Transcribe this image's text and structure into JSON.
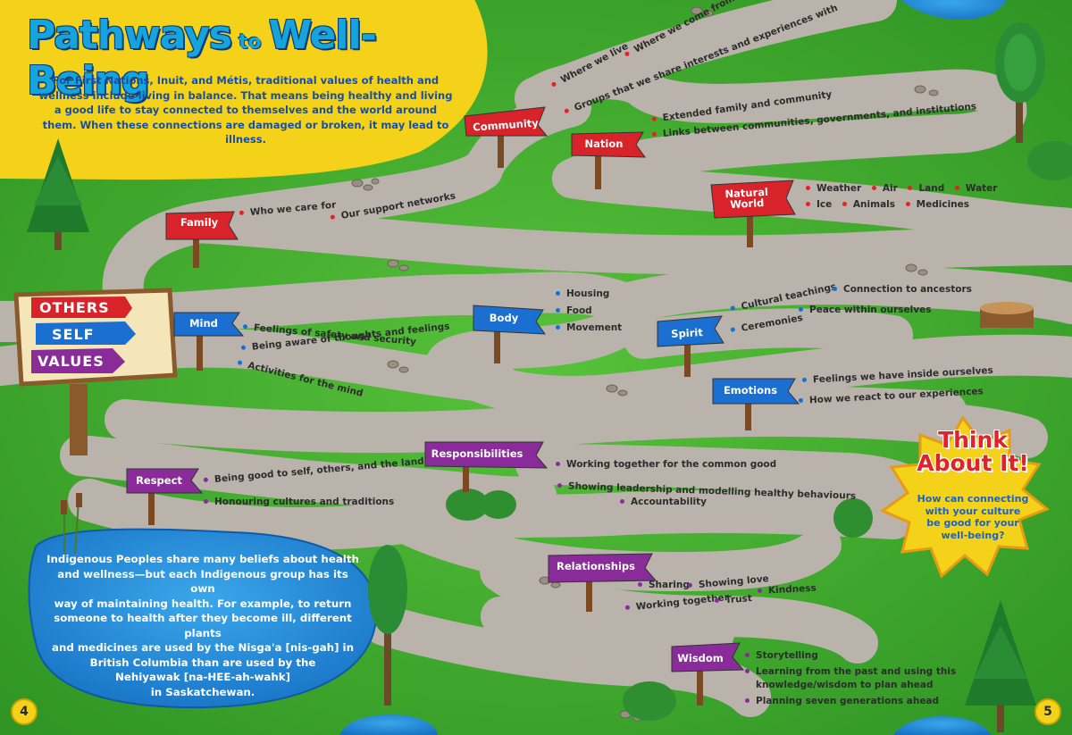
{
  "title": {
    "part1": "Pathways",
    "connector": "to",
    "part2": "Well-Being"
  },
  "intro": "For First Nations, Inuit, and Métis, traditional values of health and wellness include living in balance. That means being healthy and living a good life to stay connected to themselves and the world around them. When these connections are damaged or broken, it may lead to illness.",
  "board": {
    "others": "OTHERS",
    "self": "SELF",
    "values": "VALUES"
  },
  "colors": {
    "others": "#d8232a",
    "self": "#1a6fd0",
    "values": "#8a2b9a",
    "title": "#15a4dc",
    "yellow": "#f4d21a"
  },
  "signs": {
    "community": {
      "label": "Community",
      "items": [
        "Where we live",
        "Where we come from",
        "Groups that we share interests and experiences with"
      ]
    },
    "nation": {
      "label": "Nation",
      "items": [
        "Extended family and community",
        "Links between communities, governments, and institutions"
      ]
    },
    "natural_world": {
      "label_line1": "Natural",
      "label_line2": "World",
      "items": [
        "Weather",
        "Air",
        "Land",
        "Water",
        "Ice",
        "Animals",
        "Medicines"
      ]
    },
    "family": {
      "label": "Family",
      "items": [
        "Who we care for",
        "Our support networks"
      ]
    },
    "mind": {
      "label": "Mind",
      "items": [
        "Feelings of safety and security",
        "Being aware of thoughts and feelings",
        "Activities for the mind"
      ]
    },
    "body": {
      "label": "Body",
      "items": [
        "Housing",
        "Food",
        "Movement"
      ]
    },
    "spirit": {
      "label": "Spirit",
      "items": [
        "Cultural teachings",
        "Connection to ancestors",
        "Ceremonies",
        "Peace within ourselves"
      ]
    },
    "emotions": {
      "label": "Emotions",
      "items": [
        "Feelings we have inside ourselves",
        "How we react to our experiences"
      ]
    },
    "respect": {
      "label": "Respect",
      "items": [
        "Being good to self, others, and the land",
        "Honouring cultures and traditions"
      ]
    },
    "responsibilities": {
      "label": "Responsibilities",
      "items": [
        "Working together for the common good",
        "Showing leadership and modelling healthy behaviours",
        "Accountability"
      ]
    },
    "relationships": {
      "label": "Relationships",
      "items": [
        "Sharing",
        "Showing love",
        "Working together",
        "Trust",
        "Kindness"
      ]
    },
    "wisdom": {
      "label": "Wisdom",
      "items": [
        "Storytelling",
        "Learning from the past and using this",
        "knowledge/wisdom to plan ahead",
        "Planning seven generations ahead"
      ]
    }
  },
  "think": {
    "line1": "Think",
    "line2": "About It!",
    "question": [
      "How can connecting",
      "with your culture",
      "be good for your",
      "well-being?"
    ]
  },
  "pool_text": [
    "Indigenous Peoples share many beliefs about health",
    "and wellness—but each Indigenous group has its own",
    "way of maintaining health. For example, to return",
    "someone to health after they become ill, different plants",
    "and medicines are used by the Nisga'a [nis-gah] in",
    "British Columbia than are used by the",
    "Nehiyawak [na-HEE-ah-wahk]",
    "in Saskatchewan."
  ],
  "page_numbers": {
    "left": "4",
    "right": "5"
  }
}
